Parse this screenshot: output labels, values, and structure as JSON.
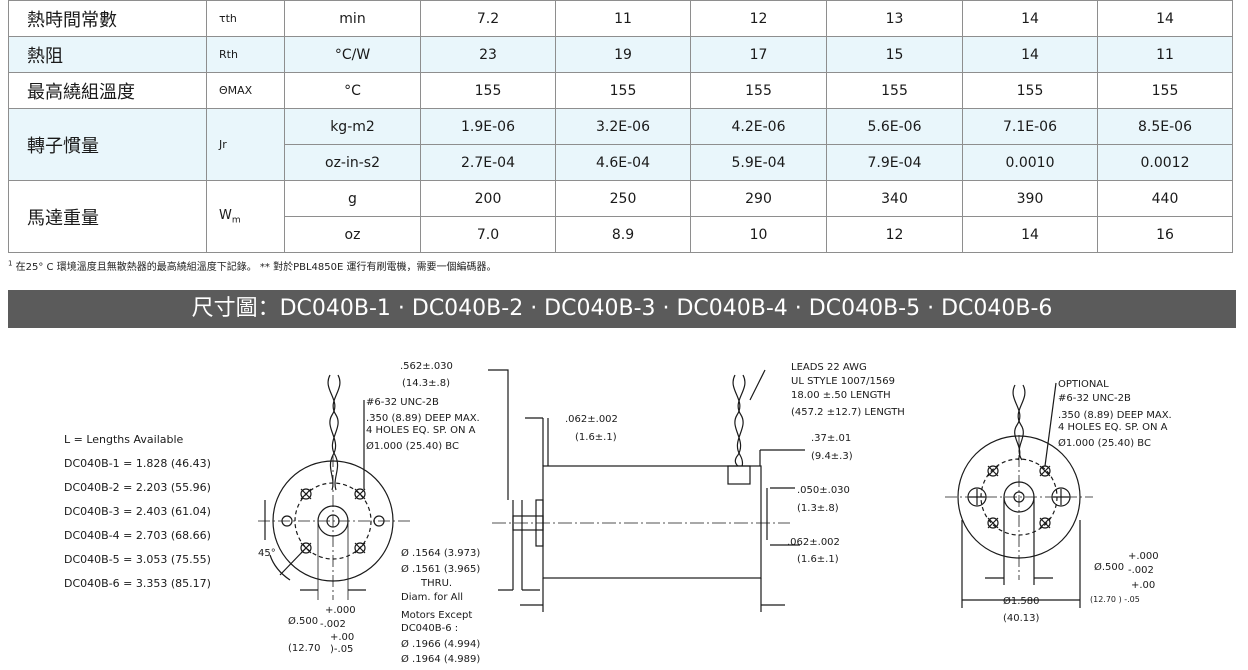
{
  "spec_table": {
    "rows": [
      {
        "name": "熱時間常數",
        "symbol": "τth",
        "unit": "min",
        "values": [
          "7.2",
          "11",
          "12",
          "13",
          "14",
          "14"
        ]
      },
      {
        "name": "熱阻",
        "symbol": "Rth",
        "unit": "°C/W",
        "values": [
          "23",
          "19",
          "17",
          "15",
          "14",
          "11"
        ]
      },
      {
        "name": "最高繞組溫度",
        "symbol": "ΘMAX",
        "unit": "°C",
        "values": [
          "155",
          "155",
          "155",
          "155",
          "155",
          "155"
        ]
      },
      {
        "name": "轉子慣量",
        "symbol": "Jr",
        "sub_rows": [
          {
            "unit": "kg-m2",
            "values": [
              "1.9E-06",
              "3.2E-06",
              "4.2E-06",
              "5.6E-06",
              "7.1E-06",
              "8.5E-06"
            ]
          },
          {
            "unit": "oz-in-s2",
            "values": [
              "2.7E-04",
              "4.6E-04",
              "5.9E-04",
              "7.9E-04",
              "0.0010",
              "0.0012"
            ]
          }
        ]
      },
      {
        "name": "馬達重量",
        "symbol": "W",
        "symbol_sub": "m",
        "sub_rows": [
          {
            "unit": "g",
            "values": [
              "200",
              "250",
              "290",
              "340",
              "390",
              "440"
            ]
          },
          {
            "unit": "oz",
            "values": [
              "7.0",
              "8.9",
              "10",
              "12",
              "14",
              "16"
            ]
          }
        ]
      }
    ]
  },
  "footnote": {
    "mark": "1",
    "text": "在25° C 環境溫度且無散熱器的最高繞組溫度下記錄。 ** 對於PBL4850E 運行有刷電機，需要一個編碼器。"
  },
  "banner": {
    "title": "尺寸圖：DC040B-1 · DC040B-2 · DC040B-3 · DC040B-4 · DC040B-5 · DC040B-6"
  },
  "lengths": {
    "heading": "L = Lengths Available",
    "items": [
      "DC040B-1 = 1.828 (46.43)",
      "DC040B-2 = 2.203 (55.96)",
      "DC040B-3 = 2.403 (61.04)",
      "DC040B-4 = 2.703 (68.66)",
      "DC040B-5 = 3.053 (75.55)",
      "DC040B-6 = 3.353 (85.17)"
    ]
  },
  "drawing": {
    "front": {
      "tapped": [
        "#6-32 UNC-2B",
        ".350 (8.89) DEEP MAX.",
        "4 HOLES EQ. SP. ON A",
        "Ø1.000 (25.40) BC"
      ],
      "angle": "45°",
      "pilot_dia": "Ø.500",
      "pilot_plus": "+.000",
      "pilot_minus": "-.002",
      "pilot_mm": "(12.70",
      "pilot_mm_plus": "+.00",
      "pilot_mm_minus": ")-.05"
    },
    "shaft": [
      "Ø .1564 (3.973)",
      "Ø .1561 (3.965)",
      "THRU.",
      "Diam. for All",
      "Motors Except",
      "DC040B-6 :",
      "Ø .1966 (4.994)",
      "Ø .1964 (4.989)"
    ],
    "side": {
      "dim_562": ".562±.030",
      "dim_562_mm": "(14.3±.8)",
      "dim_062": ".062±.002",
      "dim_062_mm": "(1.6±.1)",
      "leads": [
        "LEADS 22 AWG",
        "UL STYLE 1007/1569",
        "18.00 ±.50 LENGTH",
        "(457.2 ±12.7) LENGTH"
      ],
      "dim_37": ".37±.01",
      "dim_37_mm": "(9.4±.3)",
      "dim_050": ".050±.030",
      "dim_050_mm": "(1.3±.8)",
      "dim_062b": ".062±.002",
      "dim_062b_mm": "(1.6±.1)"
    },
    "rear": {
      "optional": [
        "OPTIONAL",
        "#6-32 UNC-2B",
        ".350 (8.89) DEEP MAX.",
        "4 HOLES EQ. SP. ON A",
        "Ø1.000 (25.40) BC"
      ],
      "dia": "Ø1.580",
      "dia_mm": "(40.13)",
      "pilot_dia": "Ø.500",
      "pilot_plus": "+.000",
      "pilot_minus": "-.002",
      "pilot_mm_plus": "+.00",
      "pilot_mm": "(12.70 ) -.05"
    }
  }
}
